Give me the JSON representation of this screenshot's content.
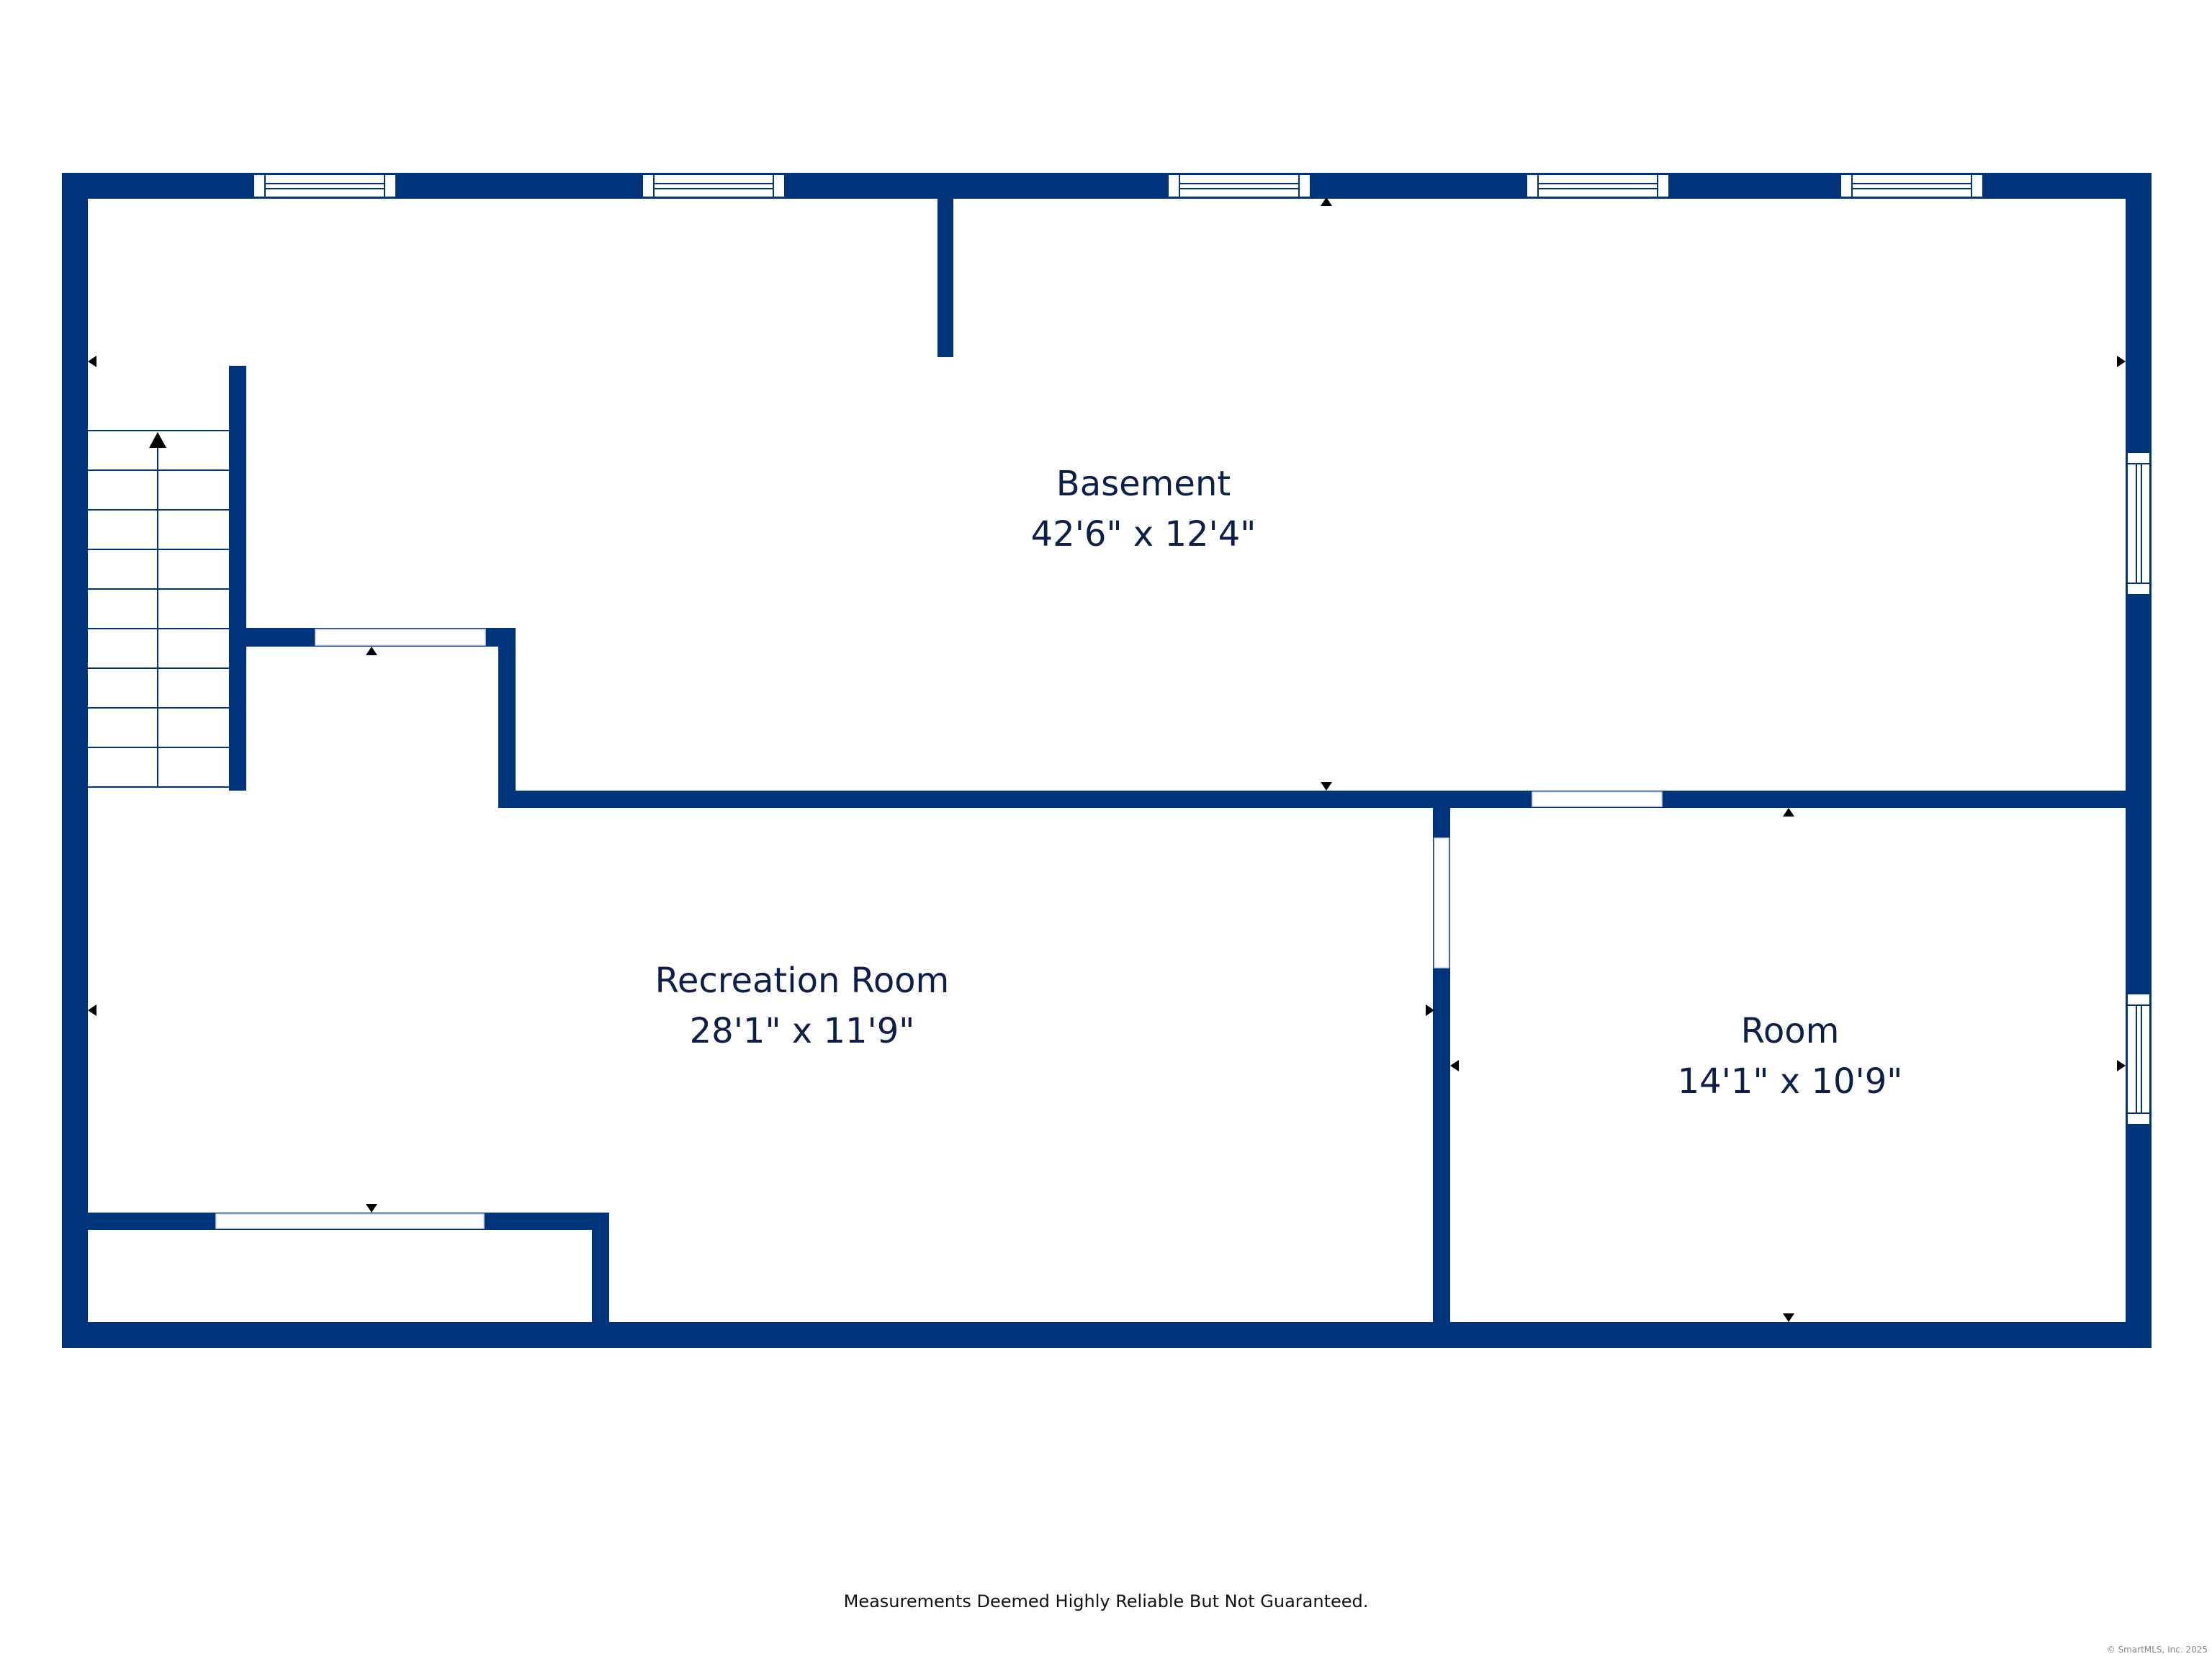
{
  "rooms": {
    "basement": {
      "name": "Basement",
      "dimensions": "42'6\" x 12'4\""
    },
    "recreation": {
      "name": "Recreation Room",
      "dimensions": "28'1\" x 11'9\""
    },
    "room": {
      "name": "Room",
      "dimensions": "14'1\" x 10'9\""
    }
  },
  "footer": {
    "disclaimer": "Measurements Deemed Highly Reliable But Not Guaranteed.",
    "copyright": "© SmartMLS, Inc. 2025"
  },
  "colors": {
    "wall": "#00347a",
    "text": "#0b1f4a"
  }
}
